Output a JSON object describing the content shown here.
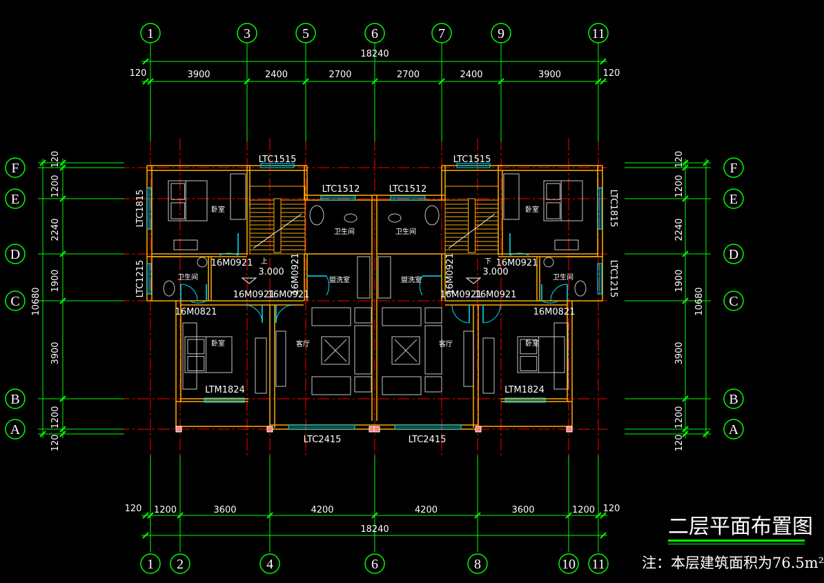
{
  "colors": {
    "background": "#000000",
    "dimension": "#00ff00",
    "axis": "#ff0000",
    "wall": "#ffb000",
    "fixture": "#c8c8c8",
    "window": "#00e5ff",
    "door_swing": "#00e5ff",
    "text": "#ffffff"
  },
  "grid": {
    "top_axes": [
      "1",
      "3",
      "5",
      "6",
      "7",
      "9",
      "11"
    ],
    "bottom_axes": [
      "1",
      "2",
      "4",
      "6",
      "8",
      "10",
      "11"
    ],
    "row_axes": [
      "F",
      "E",
      "D",
      "C",
      "B",
      "A"
    ]
  },
  "dims": {
    "top_total": "18240",
    "top_offset_left": "120",
    "top_offset_right": "120",
    "top_segments": [
      "3900",
      "2400",
      "2700",
      "2700",
      "2400",
      "3900"
    ],
    "bottom_total": "18240",
    "bottom_offset_left": "120",
    "bottom_offset_right": "120",
    "bottom_segments": [
      "1200",
      "3600",
      "4200",
      "4200",
      "3600",
      "1200"
    ],
    "side_total": "10680",
    "side_segments": [
      "120",
      "1200",
      "2240",
      "1900",
      "3900",
      "1200",
      "120"
    ]
  },
  "labels": {
    "windows_top": [
      "LTC1515",
      "LTC1515",
      "LTC1512",
      "LTC1512"
    ],
    "windows_side_left": [
      "LTC1815",
      "LTC1215"
    ],
    "windows_side_right": [
      "LTC1815",
      "LTC1215"
    ],
    "windows_bottom": [
      "LTC2415",
      "LTC2415"
    ],
    "doors": [
      "16M0921",
      "16M0921",
      "16M0921",
      "16M0921",
      "16M0921",
      "16M0921",
      "16M0921",
      "16M0921",
      "16M0821",
      "16M0821",
      "LTM1824",
      "LTM1824"
    ],
    "elevations": [
      "3.000",
      "3.000"
    ],
    "stair_up": "上",
    "stair_down": "下",
    "rooms": [
      "卧室",
      "卧室",
      "卧室",
      "卧室",
      "卫生间",
      "卫生间",
      "卫生间",
      "卫生间",
      "盥洗室",
      "盥洗室",
      "客厅",
      "客厅"
    ]
  },
  "title": "二层平面布置图",
  "note": "注：本层建筑面积为76.5m²"
}
